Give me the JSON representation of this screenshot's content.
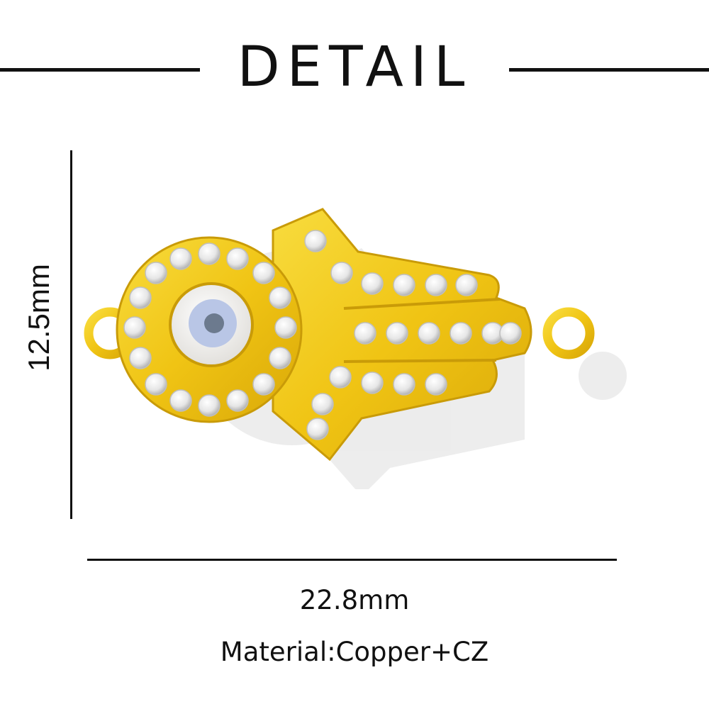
{
  "header": {
    "title": "DETAIL"
  },
  "dimensions": {
    "height_label": "12.5mm",
    "width_label": "22.8mm"
  },
  "material": {
    "text": "Material:Copper+CZ"
  },
  "product": {
    "icon": "hamsa-evil-eye-connector-icon"
  },
  "colors": {
    "gold": "#f3cc1f",
    "gold_dark": "#c79a06",
    "rule": "#111111"
  }
}
